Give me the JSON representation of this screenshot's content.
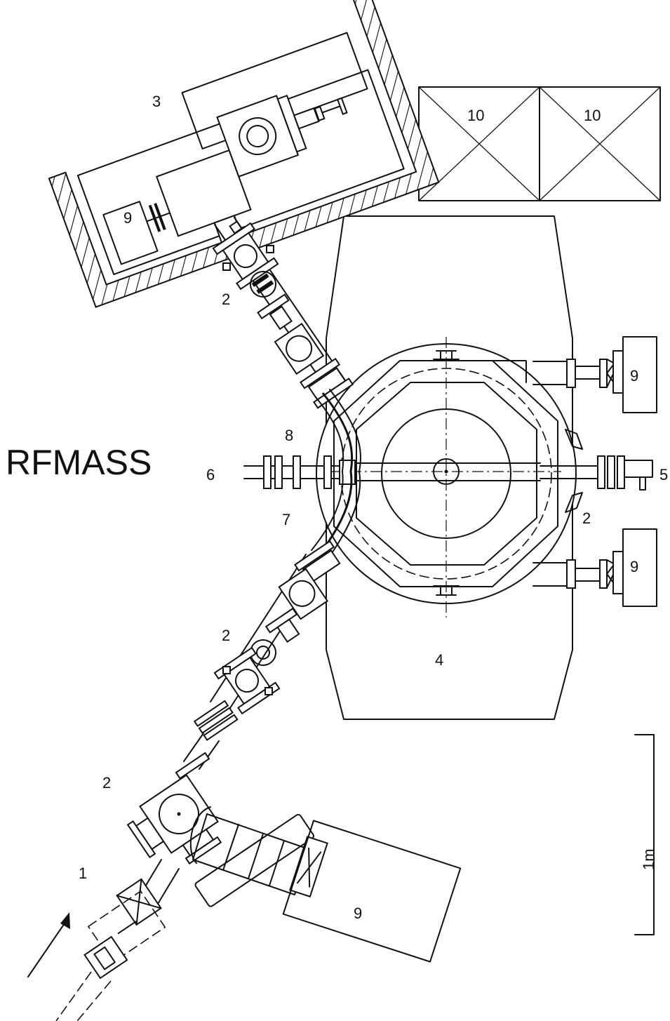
{
  "title": "RFMASS",
  "labels": {
    "injection": "1",
    "quad_upper": "2",
    "quad_lower": "2",
    "quad_entry": "2",
    "quad_right": "2",
    "target_room": "3",
    "magnet": "4",
    "port_right": "5",
    "port_left": "6",
    "dee_lower": "7",
    "dee_upper": "8",
    "pump_target": "9",
    "pump_right_top": "9",
    "pump_right_bottom": "9",
    "pump_large": "9",
    "rack_left": "10",
    "rack_right": "10"
  },
  "scale_bar": {
    "label": "1m"
  }
}
